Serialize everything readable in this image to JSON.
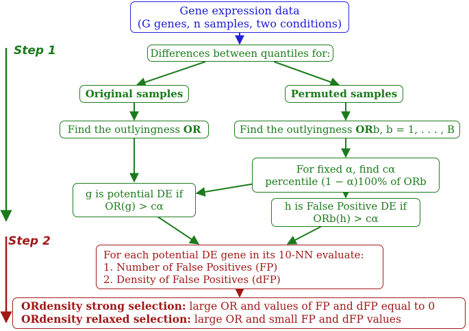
{
  "colors": {
    "blue": "#1a1ad6",
    "green": "#1c7a1c",
    "red": "#a01818"
  },
  "steps": {
    "step1": "Step 1",
    "step2": "Step 2"
  },
  "nodes": {
    "gene_data": {
      "line1": "Gene expression data",
      "line2": "(G genes, n samples, two conditions)"
    },
    "quantile_diff": {
      "text": "Differences between quantiles for:"
    },
    "original": {
      "text": "Original samples"
    },
    "permuted": {
      "text": "Permuted samples"
    },
    "find_or": {
      "prefix": "Find the outlyingness ",
      "bold": "OR"
    },
    "find_orb": {
      "prefix": "Find the outlyingness ",
      "bold": "OR",
      "suffix": "b, b = 1, . . . , B"
    },
    "fixed_alpha": {
      "line1": "For fixed α, find cα",
      "line2": "percentile (1 − α)100% of ORb"
    },
    "potential_de": {
      "line1": "g is potential DE if",
      "line2": "OR(g) > cα"
    },
    "false_pos": {
      "line1": "h is False Positive DE if",
      "line2": "ORb(h) > cα"
    },
    "evaluate": {
      "line1": "For each potential DE gene in its 10-NN evaluate:",
      "line2": "1. Number of False Positives (FP)",
      "line3": "2. Density of False Positives (dFP)"
    },
    "selection": {
      "strong_bold": "ORdensity strong selection:",
      "strong_rest": " large OR and values of FP and dFP equal to 0",
      "relaxed_bold": "ORdensity relaxed selection:",
      "relaxed_rest": " large OR and small FP and dFP values"
    }
  }
}
